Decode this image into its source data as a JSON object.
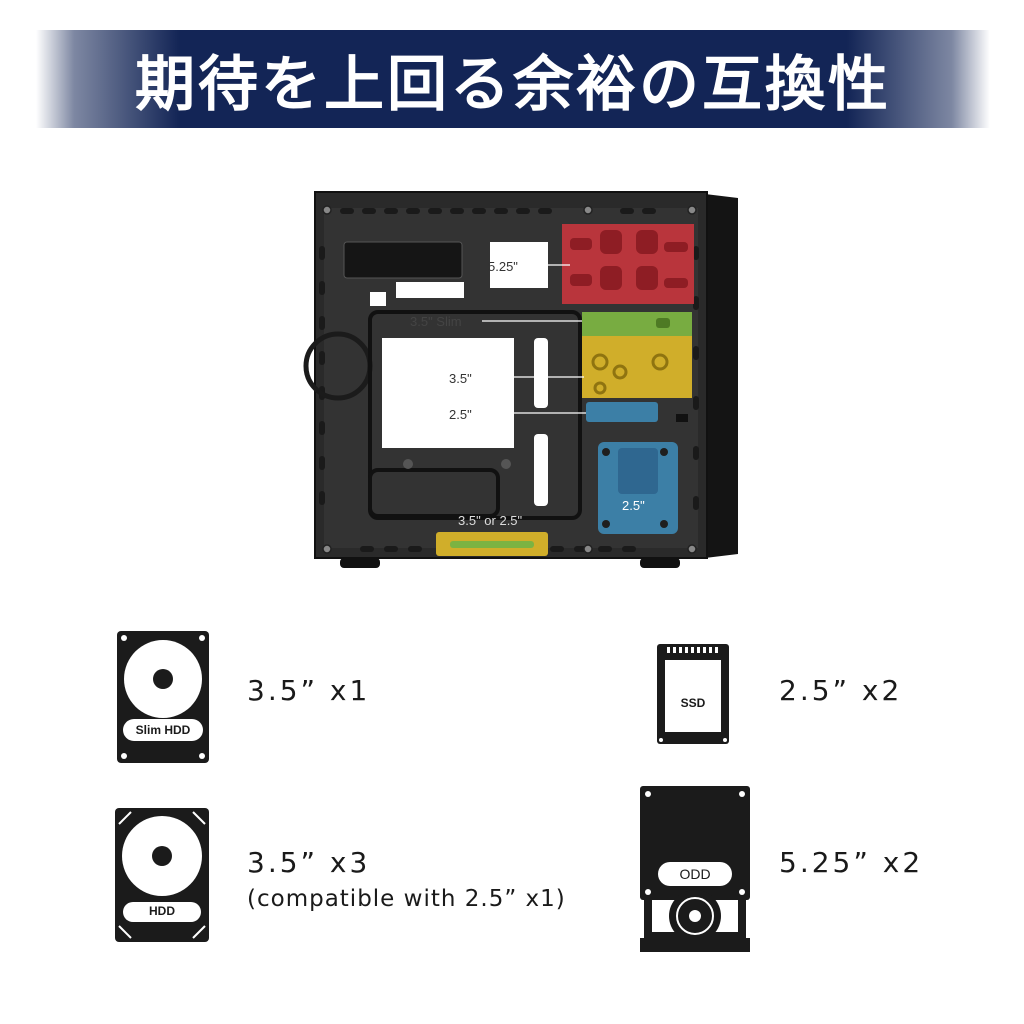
{
  "banner": {
    "title": "期待を上回る余裕の互換性"
  },
  "diagram": {
    "labels": {
      "bay_525": "5.25\"",
      "slim_35": "3.5\" Slim",
      "hdd_35": "3.5\"",
      "ssd_25": "2.5\"",
      "bottom_bay": "3.5\" or 2.5\"",
      "ssd_tray": "2.5\""
    },
    "colors": {
      "odd_bay": "#c8353d",
      "hdd_bay": "#d9b52a",
      "slim_bay": "#7cb342",
      "ssd_bay": "#3c7fa6"
    }
  },
  "specs": [
    {
      "icon": "slim-hdd-icon",
      "icon_label": "Slim HDD",
      "text": "3.5” x1",
      "note": ""
    },
    {
      "icon": "ssd-icon",
      "icon_label": "SSD",
      "text": "2.5” x2",
      "note": ""
    },
    {
      "icon": "hdd-icon",
      "icon_label": "HDD",
      "text": "3.5” x3",
      "note": "(compatible with 2.5” x1)"
    },
    {
      "icon": "odd-icon",
      "icon_label": "ODD",
      "text": "5.25” x2",
      "note": ""
    }
  ]
}
